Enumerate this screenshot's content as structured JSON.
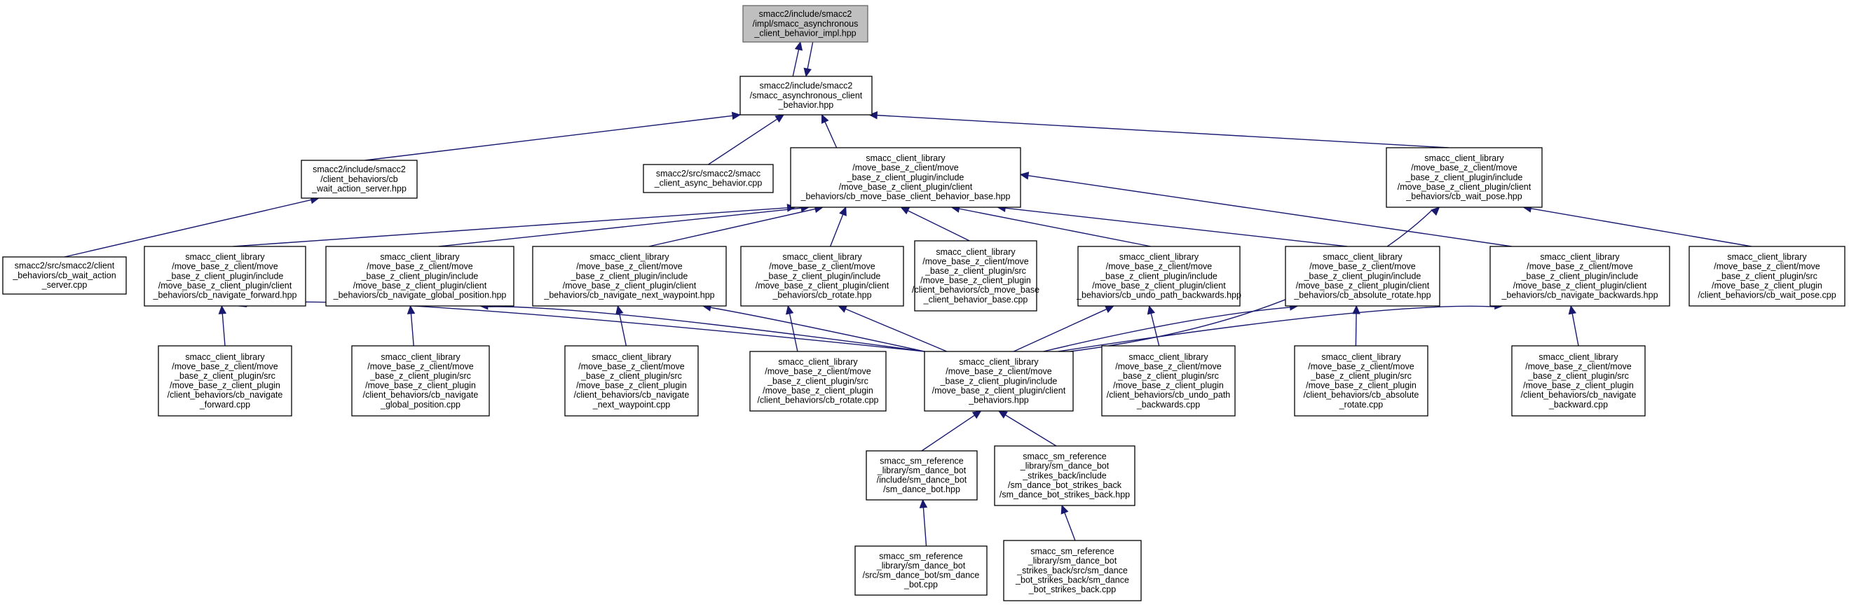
{
  "graph": {
    "title": "",
    "colors": {
      "edge": "#191970",
      "root_fill": "#bfbfbf",
      "node_fill": "#ffffff",
      "border": "#000000"
    },
    "nodes": [
      {
        "id": "impl",
        "root": true,
        "lines": [
          "smacc2/include/smacc2",
          "/impl/smacc_asynchronous",
          "_client_behavior_impl.hpp"
        ]
      },
      {
        "id": "async_hpp",
        "lines": [
          "smacc2/include/smacc2",
          "/smacc_asynchronous_client",
          "_behavior.hpp"
        ]
      },
      {
        "id": "wait_action_hpp",
        "lines": [
          "smacc2/include/smacc2",
          "/client_behaviors/cb",
          "_wait_action_server.hpp"
        ]
      },
      {
        "id": "async_cpp",
        "lines": [
          "smacc2/src/smacc2/smacc",
          "_client_async_behavior.cpp"
        ]
      },
      {
        "id": "mb_base_hpp",
        "lines": [
          "smacc_client_library",
          "/move_base_z_client/move",
          "_base_z_client_plugin/include",
          "/move_base_z_client_plugin/client",
          "_behaviors/cb_move_base_client_behavior_base.hpp"
        ]
      },
      {
        "id": "wait_pose_hpp",
        "lines": [
          "smacc_client_library",
          "/move_base_z_client/move",
          "_base_z_client_plugin/include",
          "/move_base_z_client_plugin/client",
          "_behaviors/cb_wait_pose.hpp"
        ]
      },
      {
        "id": "wait_action_cpp",
        "lines": [
          "smacc2/src/smacc2/client",
          "_behaviors/cb_wait_action",
          "_server.cpp"
        ]
      },
      {
        "id": "nav_fwd_hpp",
        "lines": [
          "smacc_client_library",
          "/move_base_z_client/move",
          "_base_z_client_plugin/include",
          "/move_base_z_client_plugin/client",
          "_behaviors/cb_navigate_forward.hpp"
        ]
      },
      {
        "id": "nav_gp_hpp",
        "lines": [
          "smacc_client_library",
          "/move_base_z_client/move",
          "_base_z_client_plugin/include",
          "/move_base_z_client_plugin/client",
          "_behaviors/cb_navigate_global_position.hpp"
        ]
      },
      {
        "id": "nav_nw_hpp",
        "lines": [
          "smacc_client_library",
          "/move_base_z_client/move",
          "_base_z_client_plugin/include",
          "/move_base_z_client_plugin/client",
          "_behaviors/cb_navigate_next_waypoint.hpp"
        ]
      },
      {
        "id": "rotate_hpp",
        "lines": [
          "smacc_client_library",
          "/move_base_z_client/move",
          "_base_z_client_plugin/include",
          "/move_base_z_client_plugin/client",
          "_behaviors/cb_rotate.hpp"
        ]
      },
      {
        "id": "mb_base_cpp",
        "lines": [
          "smacc_client_library",
          "/move_base_z_client/move",
          "_base_z_client_plugin/src",
          "/move_base_z_client_plugin",
          "/client_behaviors/cb_move_base",
          "_client_behavior_base.cpp"
        ]
      },
      {
        "id": "undo_hpp",
        "lines": [
          "smacc_client_library",
          "/move_base_z_client/move",
          "_base_z_client_plugin/include",
          "/move_base_z_client_plugin/client",
          "_behaviors/cb_undo_path_backwards.hpp"
        ]
      },
      {
        "id": "absrot_hpp",
        "lines": [
          "smacc_client_library",
          "/move_base_z_client/move",
          "_base_z_client_plugin/include",
          "/move_base_z_client_plugin/client",
          "_behaviors/cb_absolute_rotate.hpp"
        ]
      },
      {
        "id": "nav_back_hpp",
        "lines": [
          "smacc_client_library",
          "/move_base_z_client/move",
          "_base_z_client_plugin/include",
          "/move_base_z_client_plugin/client",
          "_behaviors/cb_navigate_backwards.hpp"
        ]
      },
      {
        "id": "wait_pose_cpp",
        "lines": [
          "smacc_client_library",
          "/move_base_z_client/move",
          "_base_z_client_plugin/src",
          "/move_base_z_client_plugin",
          "/client_behaviors/cb_wait_pose.cpp"
        ]
      },
      {
        "id": "nav_fwd_cpp",
        "lines": [
          "smacc_client_library",
          "/move_base_z_client/move",
          "_base_z_client_plugin/src",
          "/move_base_z_client_plugin",
          "/client_behaviors/cb_navigate",
          "_forward.cpp"
        ]
      },
      {
        "id": "nav_gp_cpp",
        "lines": [
          "smacc_client_library",
          "/move_base_z_client/move",
          "_base_z_client_plugin/src",
          "/move_base_z_client_plugin",
          "/client_behaviors/cb_navigate",
          "_global_position.cpp"
        ]
      },
      {
        "id": "nav_nw_cpp",
        "lines": [
          "smacc_client_library",
          "/move_base_z_client/move",
          "_base_z_client_plugin/src",
          "/move_base_z_client_plugin",
          "/client_behaviors/cb_navigate",
          "_next_waypoint.cpp"
        ]
      },
      {
        "id": "rotate_cpp",
        "lines": [
          "smacc_client_library",
          "/move_base_z_client/move",
          "_base_z_client_plugin/src",
          "/move_base_z_client_plugin",
          "/client_behaviors/cb_rotate.cpp"
        ]
      },
      {
        "id": "client_behaviors_hpp",
        "lines": [
          "smacc_client_library",
          "/move_base_z_client/move",
          "_base_z_client_plugin/include",
          "/move_base_z_client_plugin/client",
          "_behaviors.hpp"
        ]
      },
      {
        "id": "undo_cpp",
        "lines": [
          "smacc_client_library",
          "/move_base_z_client/move",
          "_base_z_client_plugin/src",
          "/move_base_z_client_plugin",
          "/client_behaviors/cb_undo_path",
          "_backwards.cpp"
        ]
      },
      {
        "id": "absrot_cpp",
        "lines": [
          "smacc_client_library",
          "/move_base_z_client/move",
          "_base_z_client_plugin/src",
          "/move_base_z_client_plugin",
          "/client_behaviors/cb_absolute",
          "_rotate.cpp"
        ]
      },
      {
        "id": "nav_back_cpp",
        "lines": [
          "smacc_client_library",
          "/move_base_z_client/move",
          "_base_z_client_plugin/src",
          "/move_base_z_client_plugin",
          "/client_behaviors/cb_navigate",
          "_backward.cpp"
        ]
      },
      {
        "id": "dance_hpp",
        "lines": [
          "smacc_sm_reference",
          "_library/sm_dance_bot",
          "/include/sm_dance_bot",
          "/sm_dance_bot.hpp"
        ]
      },
      {
        "id": "strikes_hpp",
        "lines": [
          "smacc_sm_reference",
          "_library/sm_dance_bot",
          "_strikes_back/include",
          "/sm_dance_bot_strikes_back",
          "/sm_dance_bot_strikes_back.hpp"
        ]
      },
      {
        "id": "dance_cpp",
        "lines": [
          "smacc_sm_reference",
          "_library/sm_dance_bot",
          "/src/sm_dance_bot/sm_dance",
          "_bot.cpp"
        ]
      },
      {
        "id": "strikes_cpp",
        "lines": [
          "smacc_sm_reference",
          "_library/sm_dance_bot",
          "_strikes_back/src/sm_dance",
          "_bot_strikes_back/sm_dance",
          "_bot_strikes_back.cpp"
        ]
      }
    ],
    "edges": [
      [
        "async_hpp",
        "impl"
      ],
      [
        "impl",
        "async_hpp"
      ],
      [
        "wait_action_hpp",
        "async_hpp"
      ],
      [
        "async_cpp",
        "async_hpp"
      ],
      [
        "mb_base_hpp",
        "async_hpp"
      ],
      [
        "wait_pose_hpp",
        "async_hpp"
      ],
      [
        "wait_action_cpp",
        "wait_action_hpp"
      ],
      [
        "nav_fwd_hpp",
        "mb_base_hpp"
      ],
      [
        "nav_gp_hpp",
        "mb_base_hpp"
      ],
      [
        "nav_nw_hpp",
        "mb_base_hpp"
      ],
      [
        "rotate_hpp",
        "mb_base_hpp"
      ],
      [
        "mb_base_cpp",
        "mb_base_hpp"
      ],
      [
        "undo_hpp",
        "mb_base_hpp"
      ],
      [
        "absrot_hpp",
        "mb_base_hpp"
      ],
      [
        "nav_back_hpp",
        "mb_base_hpp"
      ],
      [
        "wait_pose_cpp",
        "wait_pose_hpp"
      ],
      [
        "client_behaviors_hpp",
        "wait_pose_hpp"
      ],
      [
        "nav_fwd_cpp",
        "nav_fwd_hpp"
      ],
      [
        "nav_gp_cpp",
        "nav_gp_hpp"
      ],
      [
        "nav_nw_cpp",
        "nav_nw_hpp"
      ],
      [
        "rotate_cpp",
        "rotate_hpp"
      ],
      [
        "undo_cpp",
        "undo_hpp"
      ],
      [
        "absrot_cpp",
        "absrot_hpp"
      ],
      [
        "nav_back_cpp",
        "nav_back_hpp"
      ],
      [
        "client_behaviors_hpp",
        "nav_fwd_hpp"
      ],
      [
        "client_behaviors_hpp",
        "nav_gp_hpp"
      ],
      [
        "client_behaviors_hpp",
        "nav_nw_hpp"
      ],
      [
        "client_behaviors_hpp",
        "rotate_hpp"
      ],
      [
        "client_behaviors_hpp",
        "undo_hpp"
      ],
      [
        "client_behaviors_hpp",
        "absrot_hpp"
      ],
      [
        "client_behaviors_hpp",
        "nav_back_hpp"
      ],
      [
        "dance_hpp",
        "client_behaviors_hpp"
      ],
      [
        "strikes_hpp",
        "client_behaviors_hpp"
      ],
      [
        "dance_cpp",
        "dance_hpp"
      ],
      [
        "strikes_cpp",
        "strikes_hpp"
      ]
    ]
  }
}
